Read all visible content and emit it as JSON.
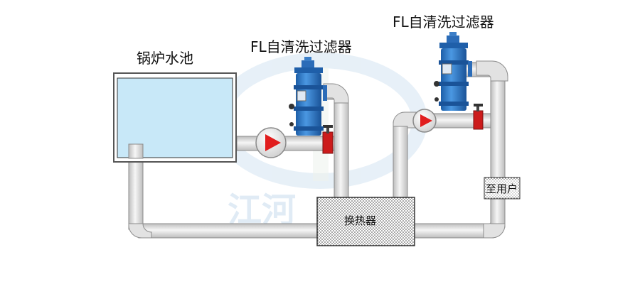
{
  "labels": {
    "boiler_pool": "锅炉水池",
    "filter_1": "FL自清洗过滤器",
    "filter_2": "FL自清洗过滤器",
    "heat_exchanger": "换热器",
    "to_user": "至用户",
    "watermark": "江河"
  },
  "colors": {
    "pipe_fill": "#e6e6e6",
    "pipe_stroke": "#8c8c8c",
    "tank_water": "#c8e8f8",
    "filter_body": "#2f79c8",
    "pump_arrow": "#e11d1d",
    "valve": "#cc1b1b",
    "watermark": "#c7dcee"
  },
  "icons": {
    "pump": "pump-icon",
    "valve": "valve-icon",
    "filter": "self-cleaning-filter-icon"
  }
}
